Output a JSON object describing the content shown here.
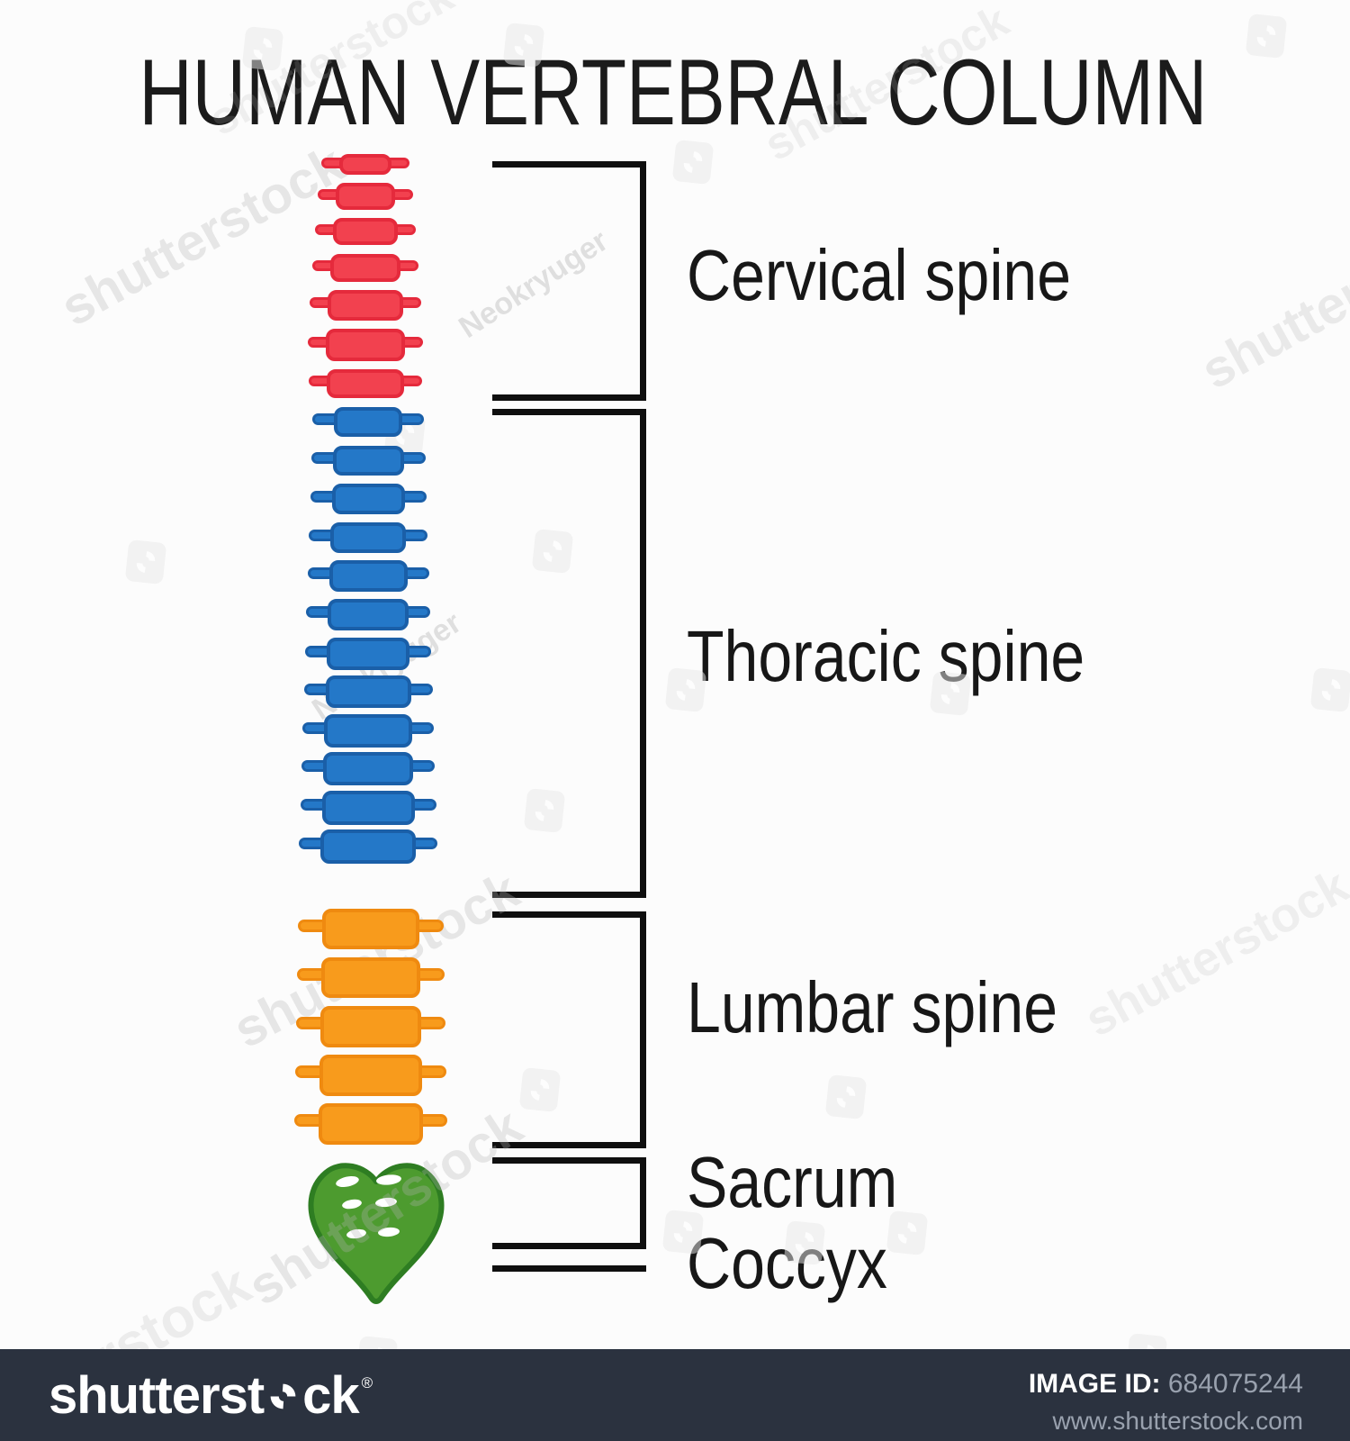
{
  "title": "HUMAN VERTEBRAL COLUMN",
  "sections": [
    {
      "name": "cervical-spine",
      "label": "Cervical spine",
      "vertebrae_count": 7,
      "fill": "#F2414F",
      "stroke": "#E52A3C"
    },
    {
      "name": "thoracic-spine",
      "label": "Thoracic spine",
      "vertebrae_count": 12,
      "fill": "#2478C8",
      "stroke": "#1A5FA8"
    },
    {
      "name": "lumbar-spine",
      "label": "Lumbar spine",
      "vertebrae_count": 5,
      "fill": "#F89B1C",
      "stroke": "#EF8A10"
    },
    {
      "name": "sacrum",
      "label": "Sacrum",
      "vertebrae_count": 1,
      "fill": "#4D9B2F",
      "stroke": "#2E7D22"
    },
    {
      "name": "coccyx",
      "label": "Coccyx"
    }
  ],
  "watermark": {
    "brand": "shutterstock",
    "author": "Neokryuger"
  },
  "footer": {
    "logo_left": "shutterst",
    "logo_right": "ck",
    "registered": "®",
    "image_id_label": "IMAGE ID:",
    "image_id": "684075244",
    "url": "www.shutterstock.com"
  },
  "colors": {
    "background": "#fcfcfc",
    "bracket": "#0f0f0f",
    "footer_bg": "#2B323F",
    "footer_muted": "#99A1AE"
  }
}
